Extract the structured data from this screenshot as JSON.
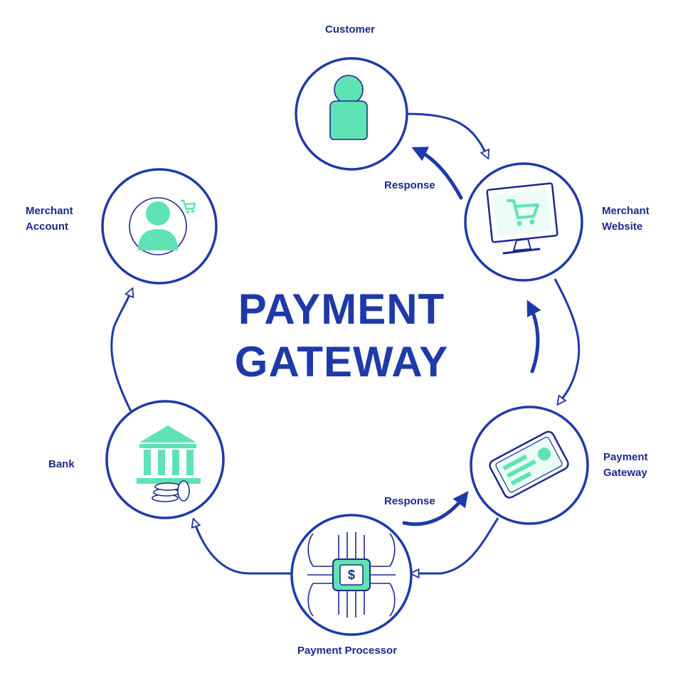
{
  "title": {
    "line1": "PAYMENT",
    "line2": "GATEWAY"
  },
  "nodes": {
    "customer": {
      "label": "Customer"
    },
    "merchant_website": {
      "line1": "Merchant",
      "line2": "Website"
    },
    "payment_gateway": {
      "line1": "Payment",
      "line2": "Gateway"
    },
    "payment_processor": {
      "label": "Payment Processor",
      "symbol": "$"
    },
    "bank": {
      "label": "Bank"
    },
    "merchant_account": {
      "line1": "Merchant",
      "line2": "Account"
    }
  },
  "responses": {
    "top": "Response",
    "bottom": "Response"
  },
  "colors": {
    "navy": "#1b2a8c",
    "outline": "#1e3aa8",
    "mint": "#5fe3b4"
  }
}
